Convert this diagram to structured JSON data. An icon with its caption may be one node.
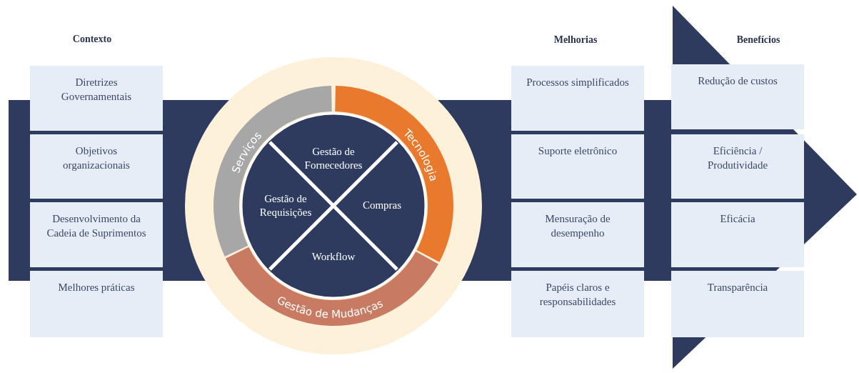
{
  "diagram": {
    "nodes": [
      {
        "text": [
          "Diretrizes Governamentais"
        ]
      },
      {
        "text": [
          "Objetivos organizacionais"
        ]
      },
      {
        "text": [
          "Desenvolvimento da Cadeia de Suprimentos"
        ]
      },
      {
        "text": [
          "Melhores práticas"
        ]
      },
      {
        "text": [
          "Serviços"
        ]
      },
      {
        "text": [
          "Tecnologia"
        ]
      },
      {
        "text": [
          "Gestão de Mudanças"
        ]
      },
      {
        "text": [
          "Gestão de Fornecedores"
        ]
      },
      {
        "text": [
          "Gestão de Requisições"
        ]
      },
      {
        "text": [
          "Compras"
        ]
      },
      {
        "text": [
          "Workflow"
        ]
      },
      {
        "text": [
          "Processos simplificados"
        ]
      },
      {
        "text": [
          "Suporte eletrônico"
        ]
      },
      {
        "text": [
          "Mensuração de desempenho"
        ]
      },
      {
        "text": [
          "Papéis claros e responsabilidades"
        ]
      },
      {
        "text": [
          "Redução de custos"
        ]
      },
      {
        "text": [
          "Eficiência / Produtividade"
        ]
      },
      {
        "text": [
          "Eficácia"
        ]
      },
      {
        "text": [
          "Transparência"
        ]
      }
    ],
    "edges": [],
    "labels": [
      "Contexto",
      "Melhorias",
      "Benefícios"
    ]
  }
}
